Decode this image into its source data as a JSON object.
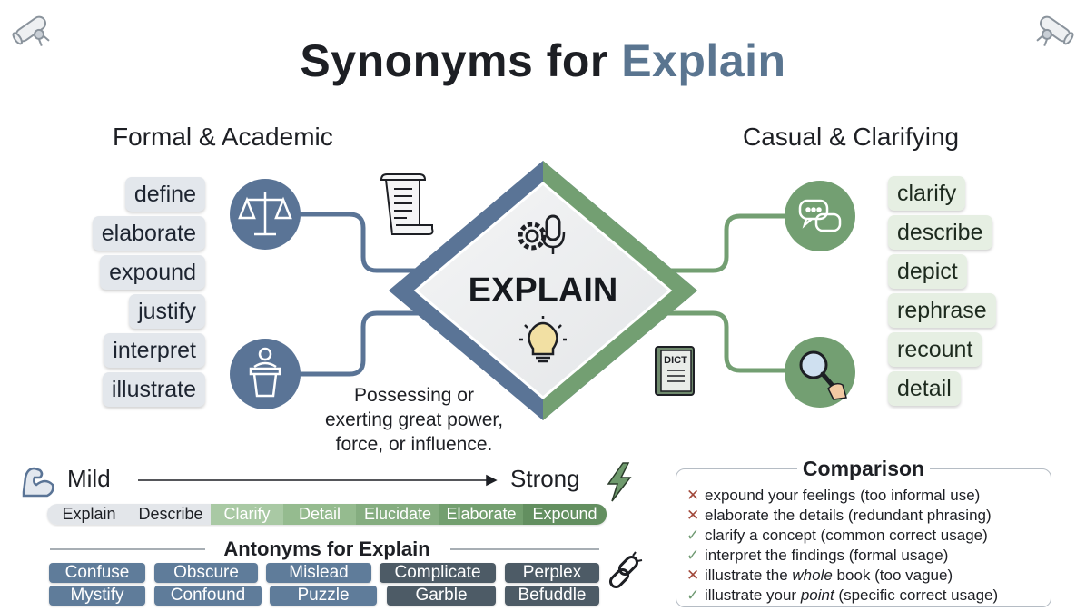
{
  "title": {
    "prefix": "Synonyms for",
    "accent": "Explain"
  },
  "formal": {
    "heading": "Formal & Academic",
    "items": [
      "define",
      "elaborate",
      "expound",
      "justify",
      "interpret",
      "illustrate"
    ]
  },
  "casual": {
    "heading": "Casual & Clarifying",
    "items": [
      "clarify",
      "describe",
      "depict",
      "rephrase",
      "recount",
      "detail"
    ]
  },
  "center": {
    "word": "EXPLAIN"
  },
  "definition": {
    "line1": "Possessing or",
    "line2": "exerting great power,",
    "line3": "force, or influence."
  },
  "document_icon_text": "DICT",
  "intensity": {
    "mild": "Mild",
    "strong": "Strong",
    "scale": [
      {
        "label": "Explain",
        "bg": "#e3e6ea",
        "fg": "#1d1f24"
      },
      {
        "label": "Describe",
        "bg": "#e3e6ea",
        "fg": "#1d1f24"
      },
      {
        "label": "Clarify",
        "bg": "#a9c9a4",
        "fg": "#ffffff"
      },
      {
        "label": "Detail",
        "bg": "#95bb8f",
        "fg": "#ffffff"
      },
      {
        "label": "Elucidate",
        "bg": "#85ad80",
        "fg": "#ffffff"
      },
      {
        "label": "Elaborate",
        "bg": "#739f6f",
        "fg": "#ffffff"
      },
      {
        "label": "Expound",
        "bg": "#638f60",
        "fg": "#ffffff"
      }
    ]
  },
  "antonyms": {
    "heading": "Antonyms for Explain",
    "row1": [
      "Confuse",
      "Obscure",
      "Mislead",
      "Complicate",
      "Perplex"
    ],
    "row2": [
      "Mystify",
      "Confound",
      "Puzzle",
      "Garble",
      "Befuddle"
    ]
  },
  "comparison": {
    "heading": "Comparison",
    "rows": [
      {
        "mark": "bad",
        "text": "expound your feelings (too informal use)"
      },
      {
        "mark": "bad",
        "text": "elaborate the details (redundant phrasing)"
      },
      {
        "mark": "good",
        "text": "clarify a concept (common correct usage)"
      },
      {
        "mark": "good",
        "text": "interpret the findings (formal usage)"
      },
      {
        "mark": "bad",
        "pre": "illustrate the ",
        "em": "whole",
        "post": " book (too vague)"
      },
      {
        "mark": "good",
        "pre": "illustrate your ",
        "em": "point",
        "post": " (specific correct usage)"
      }
    ]
  },
  "colors": {
    "formal": "#5a7496",
    "casual": "#739f72",
    "text": "#1d1f24",
    "antonym_blue": "#5f7c9a",
    "antonym_dark": "#4d5b66"
  }
}
